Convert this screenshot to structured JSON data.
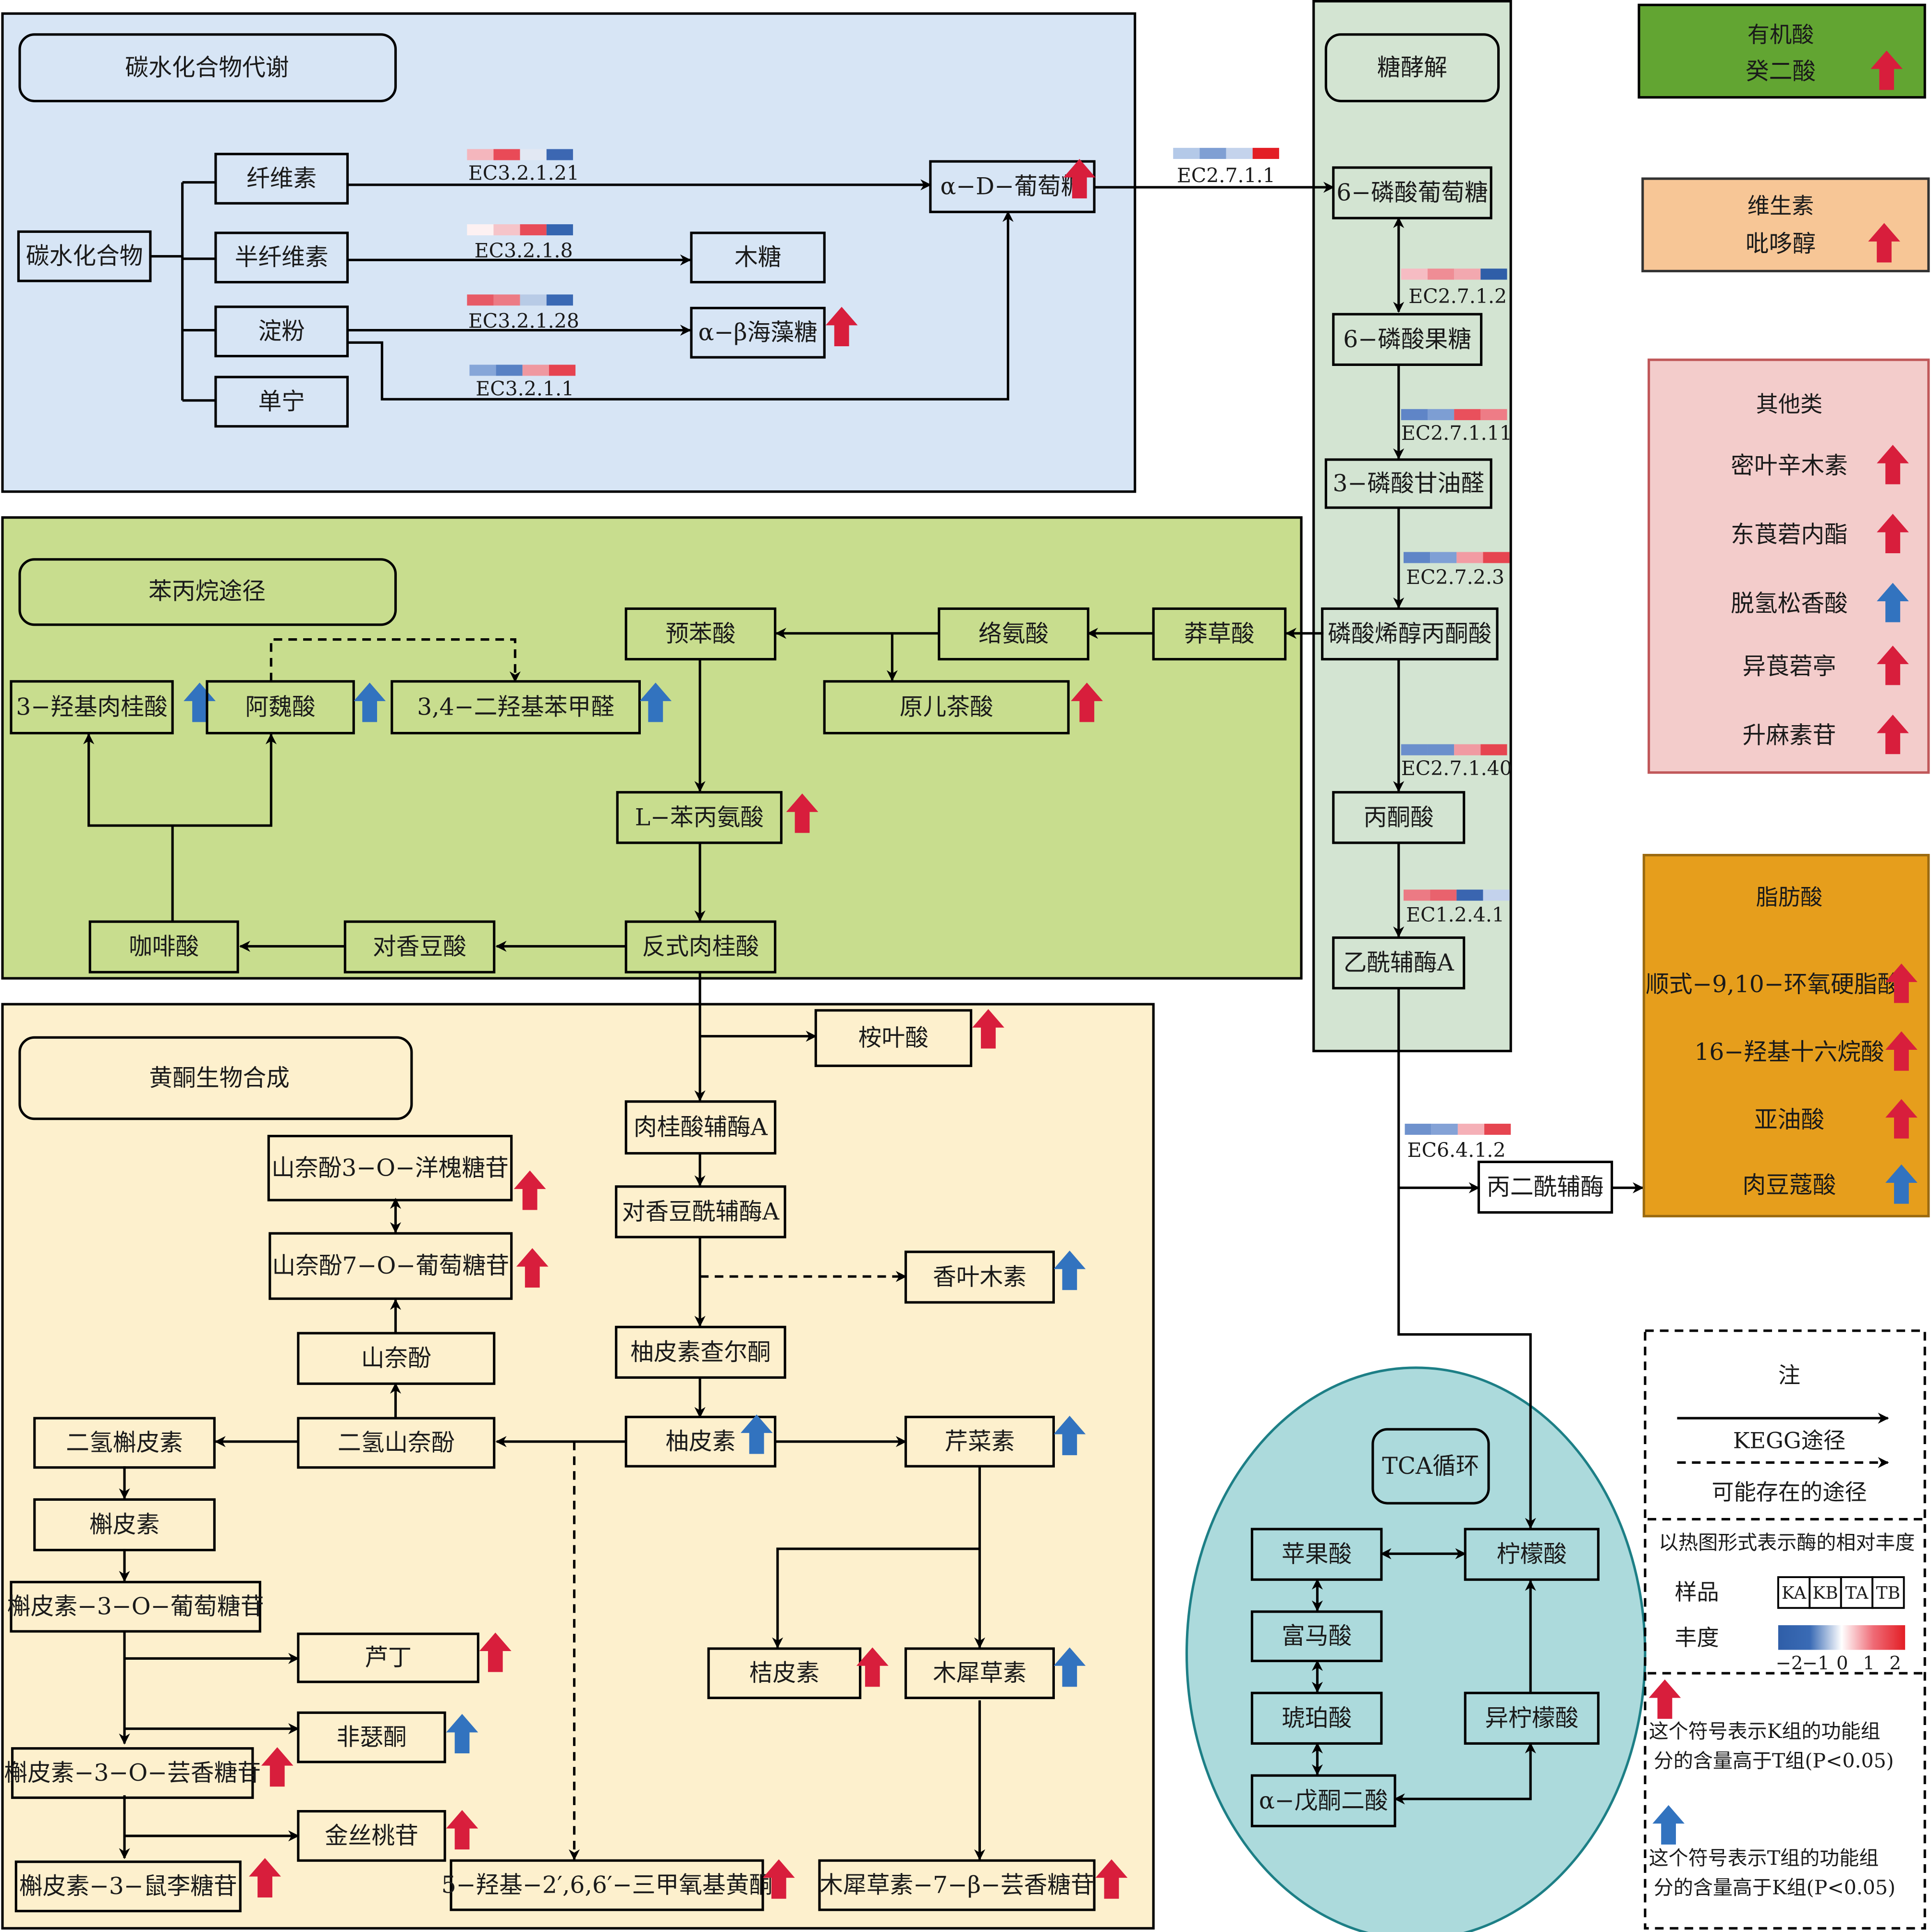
{
  "colors": {
    "up_k": "#d81e3c",
    "up_t": "#3273bf",
    "carb_bg": "#d7e5f5",
    "phenyl_bg": "#c8dd8e",
    "flav_bg": "#fdf0cd",
    "glyc_bg": "#d3e4d2",
    "tca_bg": "#acdadc",
    "tca_border": "#1d7f86",
    "organic_bg": "#62a532",
    "vitamin_bg": "#f7c696",
    "other_bg": "#f3cccb",
    "other_border": "#c0585a",
    "fatty_bg": "#e69e1c"
  },
  "sections": {
    "carbohydrate": "碳水化合物代谢",
    "phenylpropanoid": "苯丙烷途径",
    "flavonoid": "黄酮生物合成",
    "glycolysis": "糖酵解",
    "tca": "TCA循环"
  },
  "nodes": {
    "carb": "碳水化合物",
    "cellulose": "纤维素",
    "hemicellulose": "半纤维素",
    "starch": "淀粉",
    "tannin": "单宁",
    "glucose": "α−D−葡萄糖",
    "xylose": "木糖",
    "trehalose": "α−β海藻糖",
    "g6p": "6−磷酸葡萄糖",
    "f6p": "6−磷酸果糖",
    "g3p": "3−磷酸甘油醛",
    "pep": "磷酸烯醇丙酮酸",
    "pyruvate": "丙酮酸",
    "acetylcoa": "乙酰辅酶A",
    "malonylcoa": "丙二酰辅酶",
    "shikimate": "莽草酸",
    "tyrosine": "络氨酸",
    "prephenate": "预苯酸",
    "protocatechuic": "原儿茶酸",
    "hydroxycinnamic": "3−羟基肉桂酸",
    "ferulic": "阿魏酸",
    "dihydroxybenzaldehyde": "3,4−二羟基苯甲醛",
    "phenylalanine": "L−苯丙氨酸",
    "caffeic": "咖啡酸",
    "coumaric": "对香豆酸",
    "cinnamic": "反式肉桂酸",
    "eucalyptic": "桉叶酸",
    "cinnamoylcoa": "肉桂酸辅酶A",
    "coumaroylcoa": "对香豆酰辅酶A",
    "diosmetin": "香叶木素",
    "chalcone": "柚皮素查尔酮",
    "naringenin": "柚皮素",
    "apigenin": "芹菜素",
    "kaempferol_sophoroside": "山奈酚3−O−洋槐糖苷",
    "kaempferol_glucoside": "山奈酚7−O−葡萄糖苷",
    "kaempferol": "山奈酚",
    "dihydrokaempferol": "二氢山奈酚",
    "dihydroquercetin": "二氢槲皮素",
    "quercetin": "槲皮素",
    "quercetin_glucoside": "槲皮素−3−O−葡萄糖苷",
    "rutin": "芦丁",
    "fisetin": "非瑟酮",
    "quercetin_rutinoside": "槲皮素−3−O−芸香糖苷",
    "hyperoside": "金丝桃苷",
    "quercitrin": "槲皮素−3−鼠李糖苷",
    "trimethoxyflavone": "5−羟基−2′,6,6′−三甲氧基黄酮",
    "hesperetin": "桔皮素",
    "luteolin": "木犀草素",
    "luteolin_rutinoside": "木犀草素−7−β−芸香糖苷",
    "malate": "苹果酸",
    "citrate": "柠檬酸",
    "fumarate": "富马酸",
    "succinate": "琥珀酸",
    "isocitrate": "异柠檬酸",
    "ketoglutarate": "α−戊酮二酸"
  },
  "enzymes": [
    {
      "id": "ec_3_2_1_21",
      "label": "EC3.2.1.21",
      "values": [
        "#f4b6bd",
        "#e94a57",
        "#e2e8f3",
        "#3c67b2"
      ]
    },
    {
      "id": "ec_3_2_1_8",
      "label": "EC3.2.1.8",
      "values": [
        "#fdf1f2",
        "#f5c4c9",
        "#e84c58",
        "#3565b0"
      ]
    },
    {
      "id": "ec_3_2_1_28",
      "label": "EC3.2.1.28",
      "values": [
        "#e75a66",
        "#ec7b85",
        "#b8cbe6",
        "#3a69b4"
      ]
    },
    {
      "id": "ec_3_2_1_1",
      "label": "EC3.2.1.1",
      "values": [
        "#86a6d8",
        "#5881c4",
        "#ef98a0",
        "#e64350"
      ]
    },
    {
      "id": "ec_2_7_1_1",
      "label": "EC2.7.1.1",
      "values": [
        "#b4c9e8",
        "#7f9fd3",
        "#c4d3ec",
        "#e31e25"
      ]
    },
    {
      "id": "ec_2_7_1_2",
      "label": "EC2.7.1.2",
      "values": [
        "#f6bcc3",
        "#ef8d95",
        "#f2a8af",
        "#2f5ea8"
      ]
    },
    {
      "id": "ec_2_7_1_11",
      "label": "EC2.7.1.11",
      "values": [
        "#5f85c7",
        "#7d9ed3",
        "#e9505c",
        "#ee7c86"
      ]
    },
    {
      "id": "ec_2_7_2_3",
      "label": "EC2.7.2.3",
      "values": [
        "#5f85c7",
        "#7f9fd5",
        "#f29ba3",
        "#e64550"
      ]
    },
    {
      "id": "ec_2_7_1_40",
      "label": "EC2.7.1.40",
      "values": [
        "#6b8fcc",
        "#6b8fcc",
        "#f09aa2",
        "#e64550"
      ]
    },
    {
      "id": "ec_1_2_4_1",
      "label": "EC1.2.4.1",
      "values": [
        "#ec7a84",
        "#e9626d",
        "#3a65b0",
        "#c3d2ec"
      ]
    },
    {
      "id": "ec_6_4_1_2",
      "label": "EC6.4.1.2",
      "values": [
        "#6f92cd",
        "#84a2d6",
        "#f5b0b7",
        "#e64550"
      ]
    }
  ],
  "side_panels": {
    "organic_acid": {
      "title": "有机酸",
      "items": [
        {
          "label": "癸二酸",
          "trend": "up_k"
        }
      ]
    },
    "vitamin": {
      "title": "维生素",
      "items": [
        {
          "label": "吡哆醇",
          "trend": "up_k"
        }
      ]
    },
    "other": {
      "title": "其他类",
      "items": [
        {
          "label": "密叶辛木素",
          "trend": "up_k"
        },
        {
          "label": "东莨菪内酯",
          "trend": "up_k"
        },
        {
          "label": "脱氢松香酸",
          "trend": "up_t"
        },
        {
          "label": "异莨菪亭",
          "trend": "up_k"
        },
        {
          "label": "升麻素苷",
          "trend": "up_k"
        }
      ]
    },
    "fatty_acid": {
      "title": "脂肪酸",
      "items": [
        {
          "label": "顺式−9,10−环氧硬脂酸",
          "trend": "up_k"
        },
        {
          "label": "16−羟基十六烷酸",
          "trend": "up_k"
        },
        {
          "label": "亚油酸",
          "trend": "up_k"
        },
        {
          "label": "肉豆蔻酸",
          "trend": "up_t"
        }
      ]
    }
  },
  "legend": {
    "title": "注",
    "kegg_label": "KEGG途径",
    "possible_label": "可能存在的途径",
    "heatmap_title": "以热图形式表示酶的相对丰度",
    "sample_label": "样品",
    "samples": [
      "KA",
      "KB",
      "TA",
      "TB"
    ],
    "abundance_label": "丰度",
    "scale_ticks": [
      "−2",
      "−1",
      "0",
      "1",
      "2"
    ],
    "up_k_line1": "这个符号表示K组的功能组",
    "up_k_line2": "分的含量高于T组(P<0.05)",
    "up_t_line1": "这个符号表示T组的功能组",
    "up_t_line2": "分的含量高于K组(P<0.05)"
  }
}
